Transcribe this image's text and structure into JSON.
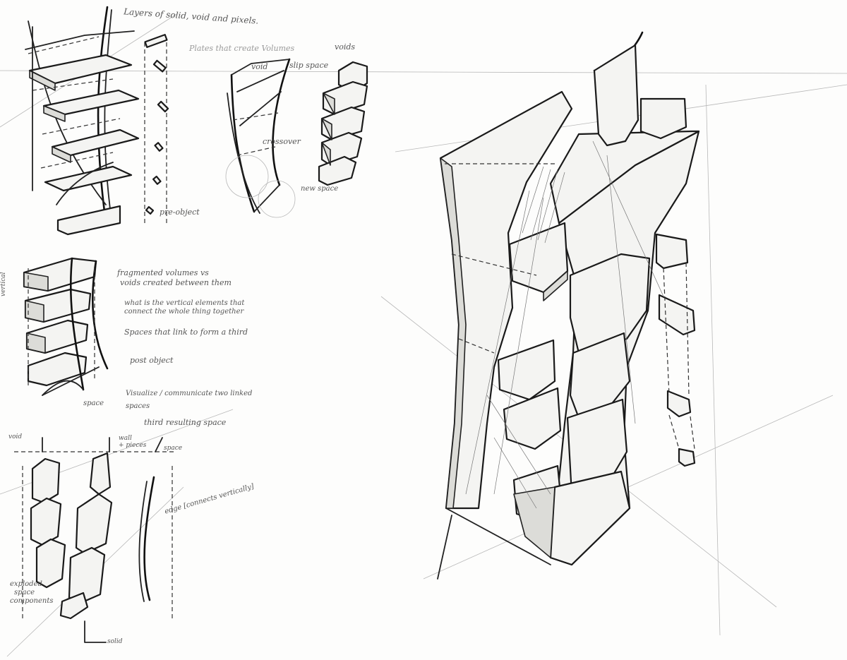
{
  "sheet": {
    "notes": {
      "layers": "Layers of solid, void and pixels.",
      "plates": "Plates that create Volumes",
      "void_label": "void",
      "slip_space": "slip space",
      "voids_label": "voids",
      "crossover": "crossover",
      "new_space": "new space",
      "pre_object": "pre-object",
      "fragmented_1": "fragmented volumes vs",
      "fragmented_2": "voids created between them",
      "vertical_1": "what is the vertical elements that",
      "vertical_2": "connect the whole thing together",
      "spaces_link": "Spaces that link to form a third",
      "post_object": "post object",
      "visualize_1": "Visualize / communicate two linked",
      "visualize_2": "spaces",
      "third_space": "third resulting space",
      "space_small": "space",
      "void_small": "void",
      "wall_pieces_1": "wall",
      "wall_pieces_2": "+ pieces",
      "space_label": "space",
      "edge_note": "edge [connects vertically]",
      "exploded_1": "exploded",
      "exploded_2": "space",
      "exploded_3": "components",
      "solid_label": "solid",
      "vertical_side": "vertical"
    }
  }
}
